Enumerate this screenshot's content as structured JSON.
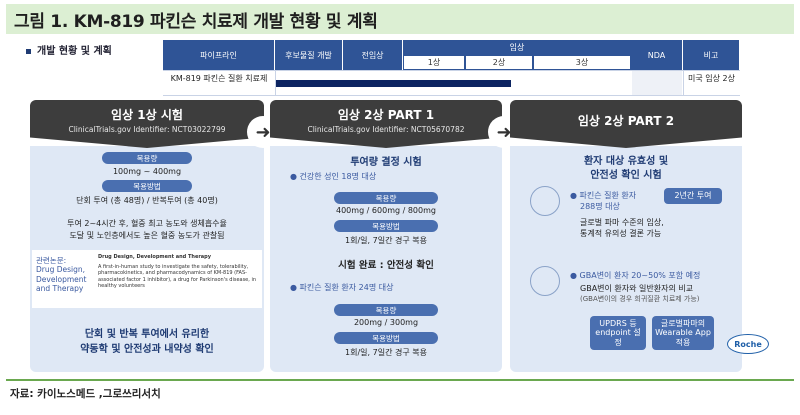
{
  "title": "그림 1. KM-819 파킨슨 치료제 개발 현황 및 계획",
  "subhead": "개발 현황 및 계획",
  "timeline": {
    "headers": [
      "파이프라인",
      "후보물질 개발",
      "전임상",
      "임상",
      "NDA",
      "비고"
    ],
    "phases": [
      "1상",
      "2상",
      "3상"
    ],
    "row_label": "KM-819 파킨슨 질환 치료제",
    "row_note": "미국 임상 2상"
  },
  "panel1": {
    "title": "임상 1상 시험",
    "subtitle": "ClinicalTrials.gov Identifier: NCT03022799",
    "dose_label": "복용량",
    "dose": "100mg ~ 400mg",
    "method_label": "복용방법",
    "method": "단회 투여 (총 48명) / 반복투여 (총 40명)",
    "desc1": "투여 2~4시간 후, 혈중 최고 농도와 생체흡수율",
    "desc2": "도달 및 노인층에서도 높은 혈중 농도가 관찰됨",
    "paper_label1": "관련논문:",
    "paper_label2": "Drug Design,",
    "paper_label3": "Development",
    "paper_label4": "and Therapy",
    "paper_journal": "Drug Design, Development and Therapy",
    "paper_text": "A first-in-human study to investigate the safety, tolerability, pharmacokinetics, and pharmacodynamics of KM-819 (FAS-associated factor 1 inhibitor), a drug for Parkinson's disease, in healthy volunteers",
    "conclusion1": "단회 및 반복 투여에서 유리한",
    "conclusion2": "약동학 및 안전성과 내약성 확인"
  },
  "panel2": {
    "title": "임상 2상 PART 1",
    "subtitle": "ClinicalTrials.gov Identifier: NCT05670782",
    "heading": "투여량 결정 시험",
    "bullet1": "건강한 성인 18명 대상",
    "dose_label": "복용량",
    "dose1": "400mg / 600mg / 800mg",
    "method_label": "복용방법",
    "method1": "1회/일, 7일간 경구 복용",
    "done": "시험 완료 : 안전성 확인",
    "bullet2": "파킨슨 질환 환자 24명 대상",
    "dose2": "200mg / 300mg",
    "method2": "1회/일, 7일간 경구 복용"
  },
  "panel3": {
    "title": "임상 2상 PART 2",
    "heading1": "환자 대상 유효성 및",
    "heading2": "안전성 확인 시험",
    "b1a": "파킨슨 질환 환자",
    "b1b": "288명 대상",
    "duration": "2년간 투여",
    "d1": "글로벌 파마 수준의 임상,",
    "d2": "통계적 유의성 결론 가능",
    "b2": "GBA변이 환자 20~50% 포함 예정",
    "d3": "GBA변이 환자와 일반환자의 비교",
    "d4": "(GBA변이의 경우 희귀질환 치료제 가능)",
    "box1": "UPDRS 등 endpoint 설정",
    "box2": "글로벌파마의 Wearable App 적용",
    "roche": "Roche"
  },
  "source": "자료: 카이노스메드 ,그로쓰리서치",
  "colors": {
    "accent": "#2f5496",
    "panel_bg": "#dfe8f5",
    "header_dark": "#3d3d3d",
    "title_bg": "#dcefd3"
  }
}
